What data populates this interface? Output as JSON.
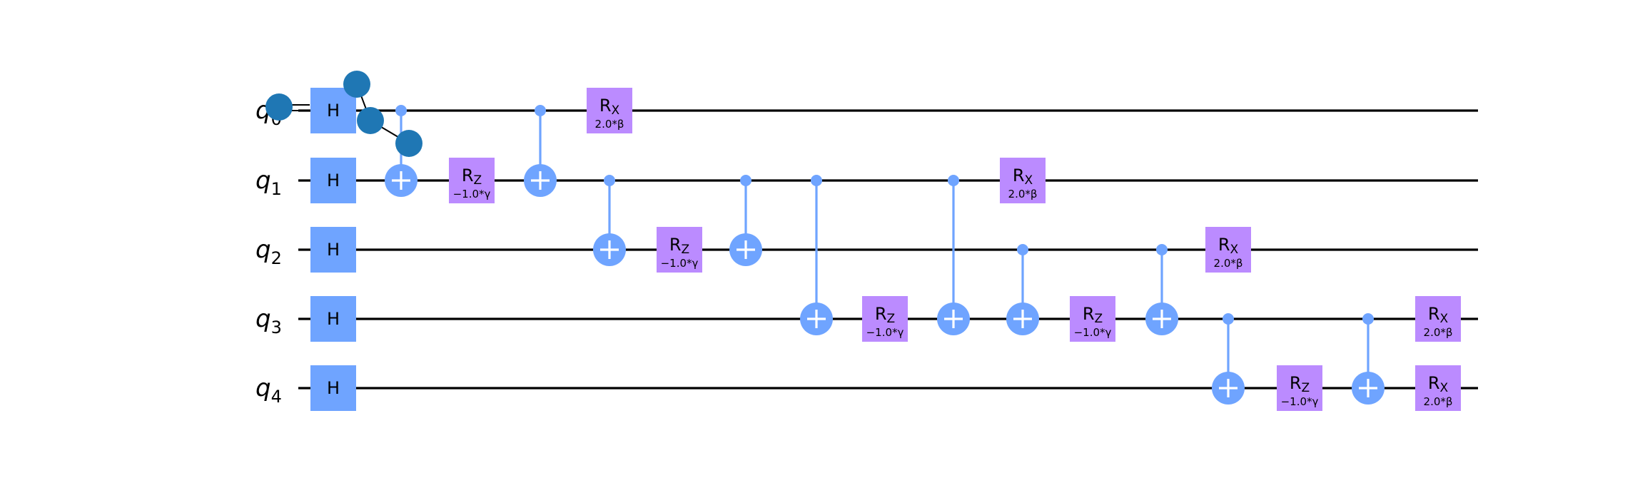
{
  "colors": {
    "wire": "#000000",
    "h_gate": "#6fa4ff",
    "rot_gate": "#bb8bff",
    "cnot": "#6fa4ff",
    "cnot_symbol": "#ffffff",
    "marker": "#1f77b4"
  },
  "qubits": [
    {
      "name": "q",
      "index": "0"
    },
    {
      "name": "q",
      "index": "1"
    },
    {
      "name": "q",
      "index": "2"
    },
    {
      "name": "q",
      "index": "3"
    },
    {
      "name": "q",
      "index": "4"
    }
  ],
  "h_label": "H",
  "rz": {
    "base": "R",
    "sub": "Z",
    "param": "−1.0*γ"
  },
  "rx": {
    "base": "R",
    "sub": "X",
    "param": "2.0*β"
  },
  "gates": [
    {
      "type": "H",
      "q": 0,
      "col": 0
    },
    {
      "type": "H",
      "q": 1,
      "col": 0
    },
    {
      "type": "H",
      "q": 2,
      "col": 0
    },
    {
      "type": "H",
      "q": 3,
      "col": 0
    },
    {
      "type": "H",
      "q": 4,
      "col": 0
    },
    {
      "type": "CX",
      "c": 0,
      "t": 1,
      "col": 1
    },
    {
      "type": "RZ",
      "q": 1,
      "col": 2
    },
    {
      "type": "CX",
      "c": 0,
      "t": 1,
      "col": 3
    },
    {
      "type": "RX",
      "q": 0,
      "col": 4
    },
    {
      "type": "CX",
      "c": 1,
      "t": 2,
      "col": 4
    },
    {
      "type": "RZ",
      "q": 2,
      "col": 5
    },
    {
      "type": "CX",
      "c": 1,
      "t": 2,
      "col": 6
    },
    {
      "type": "CX",
      "c": 1,
      "t": 3,
      "col": 7
    },
    {
      "type": "RZ",
      "q": 3,
      "col": 8
    },
    {
      "type": "CX",
      "c": 1,
      "t": 3,
      "col": 9
    },
    {
      "type": "RX",
      "q": 1,
      "col": 10
    },
    {
      "type": "CX",
      "c": 2,
      "t": 3,
      "col": 10
    },
    {
      "type": "RZ",
      "q": 3,
      "col": 11
    },
    {
      "type": "CX",
      "c": 2,
      "t": 3,
      "col": 12
    },
    {
      "type": "RX",
      "q": 2,
      "col": 13
    },
    {
      "type": "CX",
      "c": 3,
      "t": 4,
      "col": 13
    },
    {
      "type": "RZ",
      "q": 4,
      "col": 14
    },
    {
      "type": "CX",
      "c": 3,
      "t": 4,
      "col": 15
    },
    {
      "type": "RX",
      "q": 3,
      "col": 16
    },
    {
      "type": "RX",
      "q": 4,
      "col": 16
    }
  ],
  "markers": [
    {
      "id": "m1",
      "label": "marker-dot-1"
    },
    {
      "id": "m2",
      "label": "marker-dot-2"
    },
    {
      "id": "m3",
      "label": "marker-dot-3"
    },
    {
      "id": "m4",
      "label": "marker-dot-4"
    }
  ]
}
